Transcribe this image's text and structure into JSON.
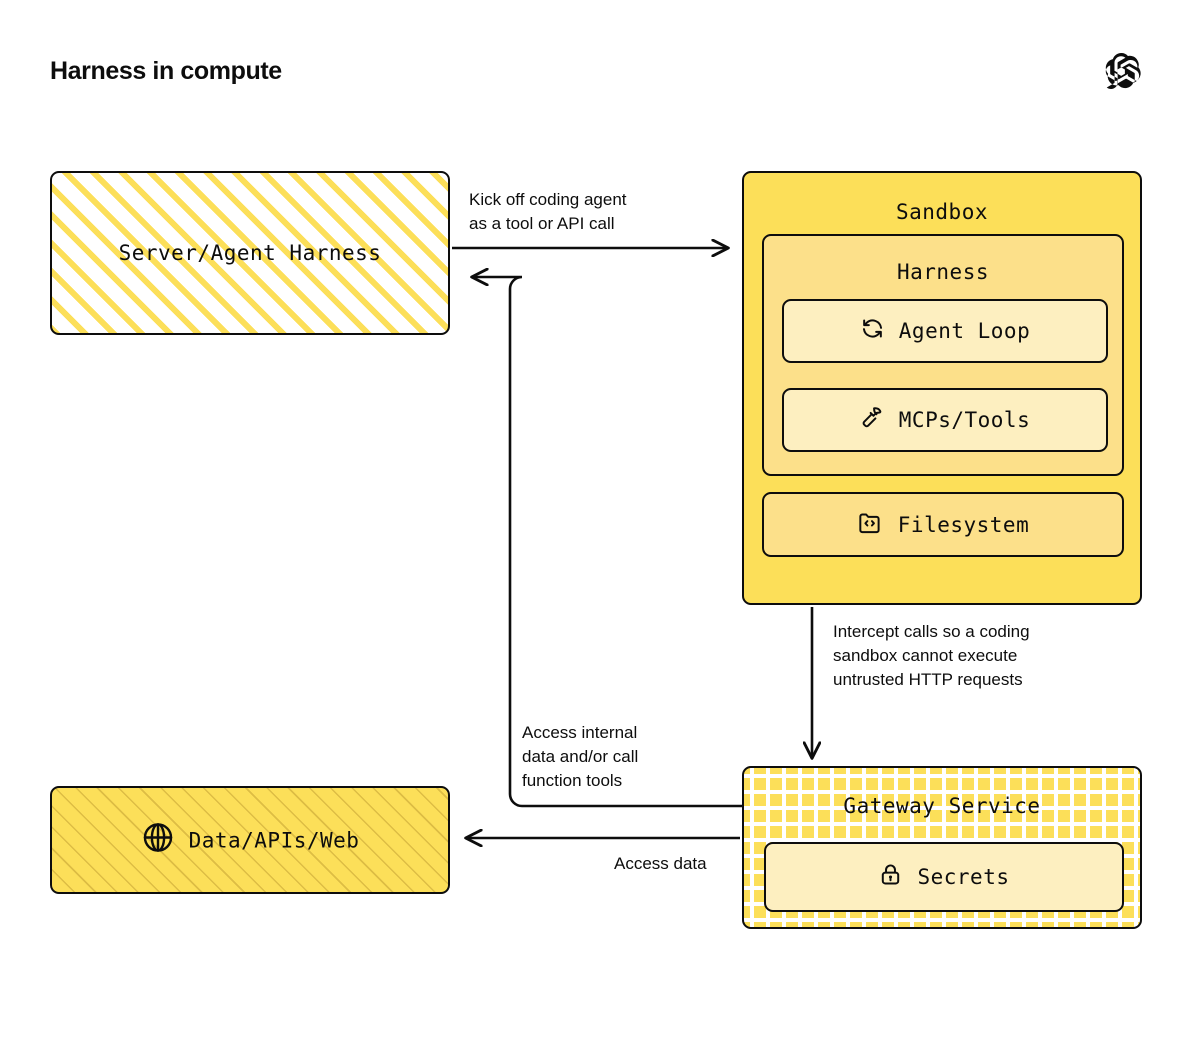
{
  "page": {
    "title": "Harness in compute",
    "logo_icon": "openai-logo-icon",
    "background": "#ffffff"
  },
  "colors": {
    "accent_strong": "#fcdf59",
    "accent_mid": "#fce08a",
    "accent_light": "#fdefc0",
    "stroke": "#0d0d0d",
    "text": "#0d0d0d"
  },
  "nodes": {
    "server_agent_harness": {
      "label": "Server/Agent Harness",
      "fill_pattern": "diagonal-stripes-yellow-on-white"
    },
    "sandbox": {
      "label": "Sandbox",
      "fill": "#fcdf59",
      "harness": {
        "label": "Harness",
        "fill": "#fce08a",
        "items": [
          {
            "label": "Agent Loop",
            "icon": "refresh-loop-icon",
            "fill": "#fdefc0"
          },
          {
            "label": "MCPs/Tools",
            "icon": "hammer-icon",
            "fill": "#fdefc0"
          }
        ]
      },
      "filesystem": {
        "label": "Filesystem",
        "icon": "folder-code-icon",
        "fill": "#fce08a"
      }
    },
    "gateway_service": {
      "label": "Gateway Service",
      "fill_pattern": "white-dots-on-yellow",
      "secrets": {
        "label": "Secrets",
        "icon": "lock-icon",
        "fill": "#fdefc0"
      }
    },
    "data_apis_web": {
      "label": "Data/APIs/Web",
      "icon": "globe-icon",
      "fill_pattern": "fine-diagonal-stripes-on-yellow"
    }
  },
  "connectors": {
    "kickoff": {
      "label": "Kick off coding agent\nas a tool or API call",
      "from": "server_agent_harness",
      "to": "sandbox",
      "direction": "right"
    },
    "intercept": {
      "label": "Intercept calls so a coding\nsandbox cannot execute\nuntrusted HTTP requests",
      "from": "sandbox",
      "to": "gateway_service",
      "direction": "down"
    },
    "access_internal": {
      "label": "Access internal\ndata and/or call\nfunction tools",
      "from": "gateway_service",
      "to": "server_agent_harness",
      "direction": "left-up"
    },
    "access_data": {
      "label": "Access data",
      "from": "gateway_service",
      "to": "data_apis_web",
      "direction": "left"
    }
  }
}
